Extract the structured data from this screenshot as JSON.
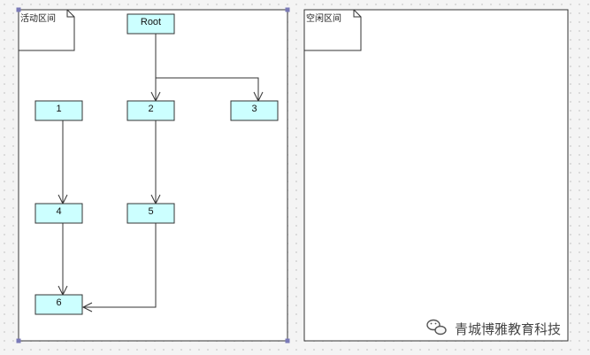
{
  "panels": {
    "active": {
      "label": "活动区间"
    },
    "free": {
      "label": "空闲区间"
    }
  },
  "nodes": {
    "root": "Root",
    "n1": "1",
    "n2": "2",
    "n3": "3",
    "n4": "4",
    "n5": "5",
    "n6": "6"
  },
  "watermark": {
    "text": "青城博雅教育科技"
  },
  "colors": {
    "node_fill": "#ccffff",
    "stroke": "#333333",
    "handle": "#7a7ab8"
  }
}
